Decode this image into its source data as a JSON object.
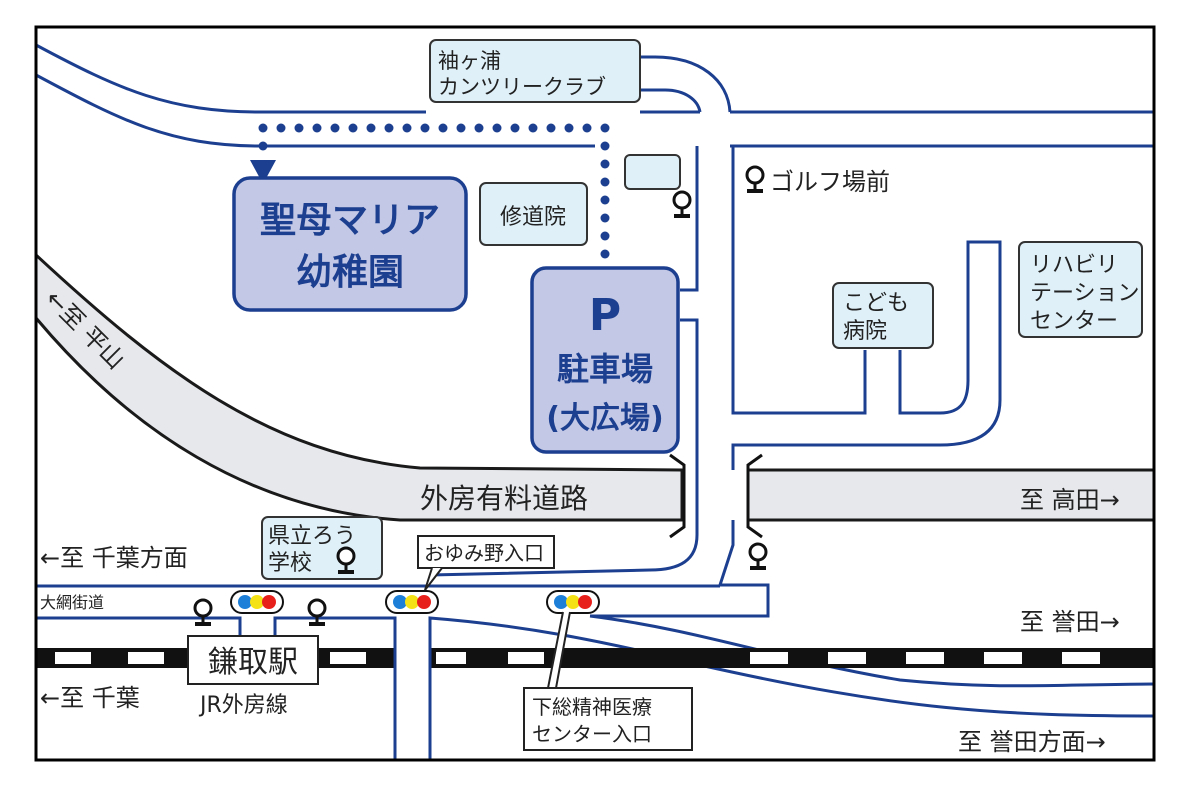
{
  "map": {
    "destination": {
      "name_line1": "聖母マリア",
      "name_line2": "幼稚園"
    },
    "parking": {
      "symbol": "P",
      "line1": "駐車場",
      "line2": "(大広場)"
    },
    "landmarks": {
      "golf_club_line1": "袖ヶ浦",
      "golf_club_line2": "カンツリークラブ",
      "monastery": "修道院",
      "childrens_hospital_line1": "こども",
      "childrens_hospital_line2": "病院",
      "rehab_line1": "リハビリ",
      "rehab_line2": "テーション",
      "rehab_line3": "センター",
      "deaf_school_line1": "県立ろう",
      "deaf_school_line2": "学校"
    },
    "bus_stops": {
      "golf_front": "ゴルフ場前"
    },
    "roads": {
      "toll_road": "外房有料道路",
      "ohami_kaido": "大網街道"
    },
    "intersections": {
      "oyumino": "おゆみ野入口",
      "shimousa_line1": "下総精神医療",
      "shimousa_line2": "センター入口"
    },
    "station": {
      "name": "鎌取駅",
      "line": "JR外房線"
    },
    "directions": {
      "hirayama": "←至 平山",
      "chiba_direction": "←至 千葉方面",
      "chiba": "←至 千葉",
      "takada": "至 高田→",
      "homareda": "至 誉田→",
      "homareda_direction": "至 誉田方面→"
    },
    "colors": {
      "road_line": "#1d3f8f",
      "highlight_box": "#c3c8e6",
      "landmark_box": "#dff0f8",
      "toll_road": "#e6e8ec",
      "signal_blue": "#1e7fd8",
      "signal_yellow": "#f5e216",
      "signal_red": "#e8201c"
    }
  }
}
